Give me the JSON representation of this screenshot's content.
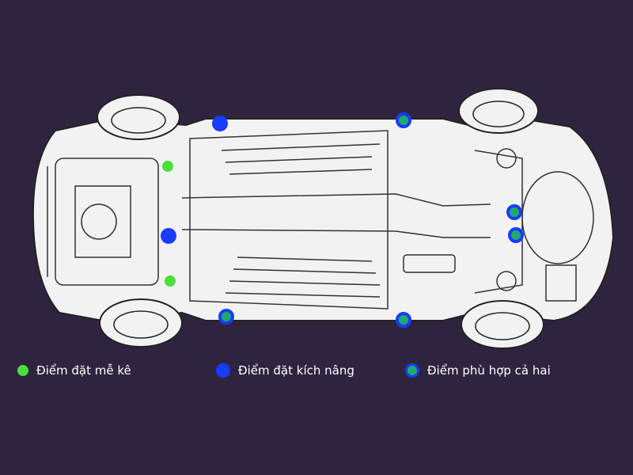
{
  "colors": {
    "background": "#2e2440",
    "support_point": "#4ade3c",
    "jack_point": "#1a3cff",
    "both_point": "#1faa6a",
    "car_fill": "#f2f2f2",
    "car_line": "#222222"
  },
  "legend": {
    "support_label": "Điểm đặt mễ kê",
    "jack_label": "Điểm đặt kích nâng",
    "both_label": "Điểm phù hợp cả hai"
  },
  "points": [
    {
      "type": "jack",
      "name": "front-left-jack-point"
    },
    {
      "type": "both",
      "name": "rear-left-both-point"
    },
    {
      "type": "support",
      "name": "front-upper-support-point"
    },
    {
      "type": "jack",
      "name": "front-center-jack-point"
    },
    {
      "type": "support",
      "name": "front-lower-support-point"
    },
    {
      "type": "both",
      "name": "front-right-both-point"
    },
    {
      "type": "both",
      "name": "rear-right-both-point"
    },
    {
      "type": "both",
      "name": "rear-upper-both-point"
    },
    {
      "type": "both",
      "name": "rear-lower-both-point"
    }
  ]
}
